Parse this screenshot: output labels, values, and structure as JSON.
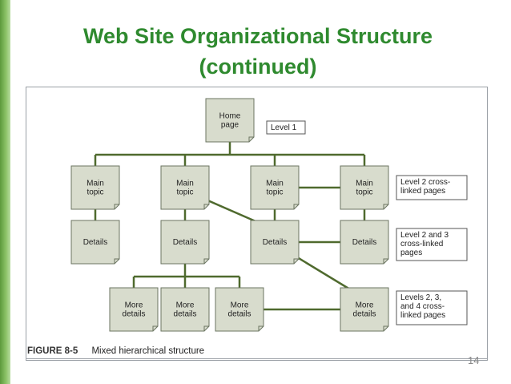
{
  "slide": {
    "title_line1": "Web Site Organizational Structure",
    "title_line2": "(continued)",
    "slide_number": "14"
  },
  "figure": {
    "caption_label": "FIGURE 8-5",
    "caption_text": "Mixed hierarchical structure"
  },
  "diagram": {
    "nodes": [
      {
        "id": "home",
        "lines": [
          "Home",
          "page"
        ]
      },
      {
        "id": "m1",
        "lines": [
          "Main",
          "topic"
        ]
      },
      {
        "id": "m2",
        "lines": [
          "Main",
          "topic"
        ]
      },
      {
        "id": "m3",
        "lines": [
          "Main",
          "topic"
        ]
      },
      {
        "id": "m4",
        "lines": [
          "Main",
          "topic"
        ]
      },
      {
        "id": "d1",
        "lines": [
          "Details"
        ]
      },
      {
        "id": "d2",
        "lines": [
          "Details"
        ]
      },
      {
        "id": "d3",
        "lines": [
          "Details"
        ]
      },
      {
        "id": "d4",
        "lines": [
          "Details"
        ]
      },
      {
        "id": "md1",
        "lines": [
          "More",
          "details"
        ]
      },
      {
        "id": "md2",
        "lines": [
          "More",
          "details"
        ]
      },
      {
        "id": "md3",
        "lines": [
          "More",
          "details"
        ]
      },
      {
        "id": "md4",
        "lines": [
          "More",
          "details"
        ]
      }
    ],
    "edges": [
      [
        "home",
        "m1"
      ],
      [
        "home",
        "m2"
      ],
      [
        "home",
        "m3"
      ],
      [
        "home",
        "m4"
      ],
      [
        "m1",
        "d1"
      ],
      [
        "m2",
        "d2"
      ],
      [
        "m3",
        "d3"
      ],
      [
        "m4",
        "d4"
      ],
      [
        "m3",
        "m4"
      ],
      [
        "m2",
        "d3"
      ],
      [
        "d3",
        "d4"
      ],
      [
        "d3",
        "md4"
      ],
      [
        "d2",
        "md1"
      ],
      [
        "d2",
        "md2"
      ],
      [
        "d2",
        "md3"
      ],
      [
        "md3",
        "md4"
      ]
    ],
    "level_notes": [
      {
        "id": "level1",
        "lines": [
          "Level 1"
        ]
      },
      {
        "id": "level2",
        "lines": [
          "Level 2 cross-",
          "linked pages"
        ]
      },
      {
        "id": "level23",
        "lines": [
          "Level 2 and 3",
          "cross-linked",
          "pages"
        ]
      },
      {
        "id": "level234",
        "lines": [
          "Levels 2, 3,",
          "and 4 cross-",
          "linked pages"
        ]
      }
    ],
    "colors": {
      "node_fill": "#d8dccd",
      "node_stroke": "#6b7561",
      "edge": "#4f6a2e"
    }
  }
}
